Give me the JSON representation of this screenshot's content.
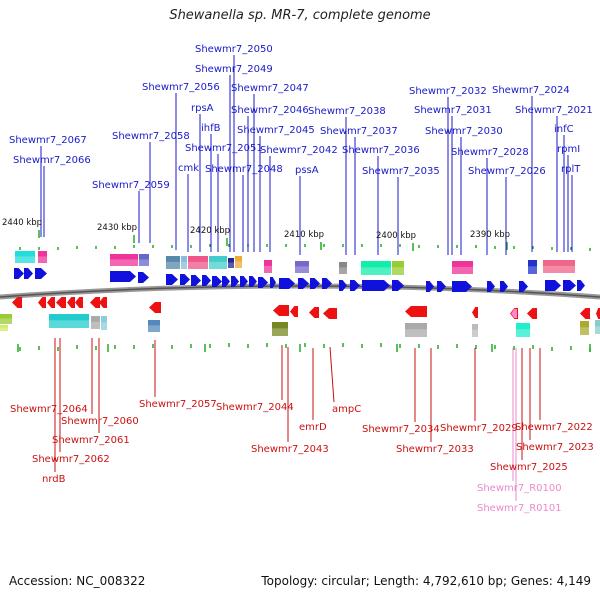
{
  "title": "Shewanella sp. MR-7, complete genome",
  "footer": {
    "accession": "Accession: NC_008322",
    "topology": "Topology: circular; Length: 4,792,610 bp; Genes: 4,149"
  },
  "colors": {
    "forward_label": "#1a1acc",
    "reverse_label": "#cc1111",
    "rna_label": "#ee88cc",
    "forward_arrow": "#1111dd",
    "reverse_arrow": "#ee1111",
    "rna_arrow": "#ff88cc",
    "tick": "#22aa22",
    "backbone": "#777777"
  },
  "scale_labels": [
    "2440 kbp",
    "2430 kbp",
    "2420 kbp",
    "2410 kbp",
    "2400 kbp",
    "2390 kbp"
  ],
  "forward_labels": [
    "Shewmr7_2067",
    "Shewmr7_2066",
    "Shewmr7_2059",
    "Shewmr7_2058",
    "Shewmr7_2056",
    "cmk",
    "rpsA",
    "ihfB",
    "Shewmr7_2051",
    "Shewmr7_2050",
    "Shewmr7_2049",
    "Shewmr7_2048",
    "Shewmr7_2047",
    "Shewmr7_2046",
    "Shewmr7_2045",
    "Shewmr7_2042",
    "pssA",
    "Shewmr7_2038",
    "Shewmr7_2037",
    "Shewmr7_2036",
    "Shewmr7_2035",
    "Shewmr7_2032",
    "Shewmr7_2031",
    "Shewmr7_2030",
    "Shewmr7_2028",
    "Shewmr7_2026",
    "Shewmr7_2024",
    "Shewmr7_2021",
    "infC",
    "rpmI",
    "rplT"
  ],
  "reverse_labels": [
    "Shewmr7_2064",
    "Shewmr7_2060",
    "Shewmr7_2061",
    "Shewmr7_2062",
    "nrdB",
    "Shewmr7_2057",
    "Shewmr7_2044",
    "Shewmr7_2043",
    "emrD",
    "ampC",
    "Shewmr7_2034",
    "Shewmr7_2033",
    "Shewmr7_2029",
    "Shewmr7_2022",
    "Shewmr7_2023",
    "Shewmr7_2025"
  ],
  "rna_labels": [
    "Shewmr7_R0100",
    "Shewmr7_R0101"
  ]
}
